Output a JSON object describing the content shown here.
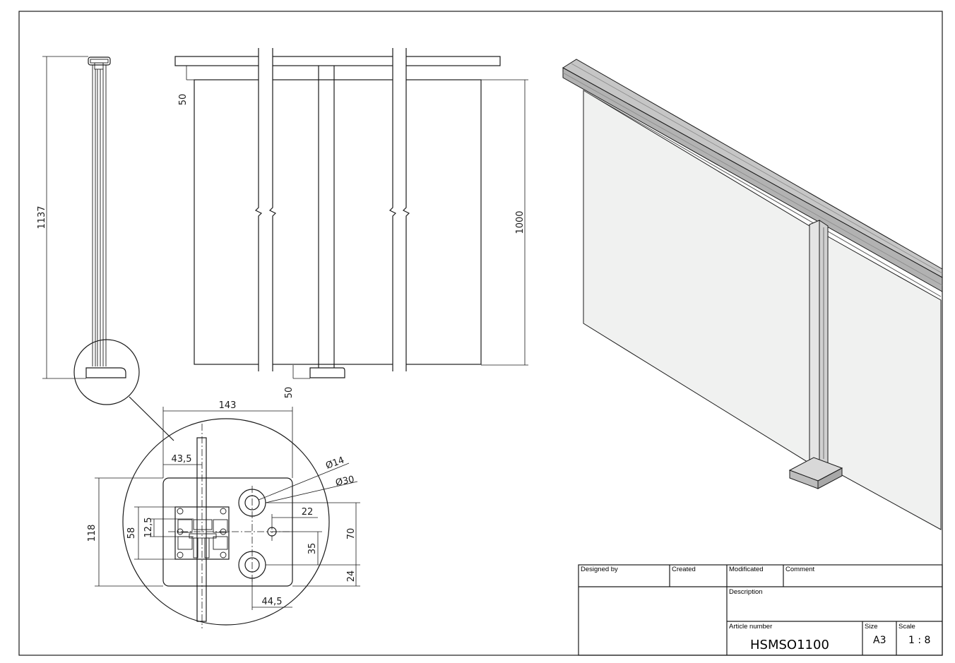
{
  "dimensions": {
    "total_height": "1137",
    "top_offset": "50",
    "glass_height": "1000",
    "bottom_offset": "50",
    "plate_width": "143",
    "plate_height": "118",
    "edge_to_center": "43,5",
    "clamp_height": "58",
    "slot_width": "12,5",
    "small_hole_offset": "22",
    "hole_spacing": "70",
    "hole_to_center": "35",
    "bottom_margin": "24",
    "hole_x_offset": "44,5",
    "hole_diameter": "Ø14",
    "counterbore_diameter": "Ø30"
  },
  "title_block": {
    "designed_by_label": "Designed by",
    "created_label": "Created",
    "modificated_label": "Modificated",
    "comment_label": "Comment",
    "description_label": "Description",
    "article_number_label": "Article number",
    "article_number": "HSMSO1100",
    "size_label": "Size",
    "size": "A3",
    "scale_label": "Scale",
    "scale": "1 : 8"
  },
  "colors": {
    "line": "#1a1a1a",
    "rail_gray": "#bdbdbd",
    "glass": "#f0f1f0",
    "post_gray": "#e2e2e2"
  }
}
